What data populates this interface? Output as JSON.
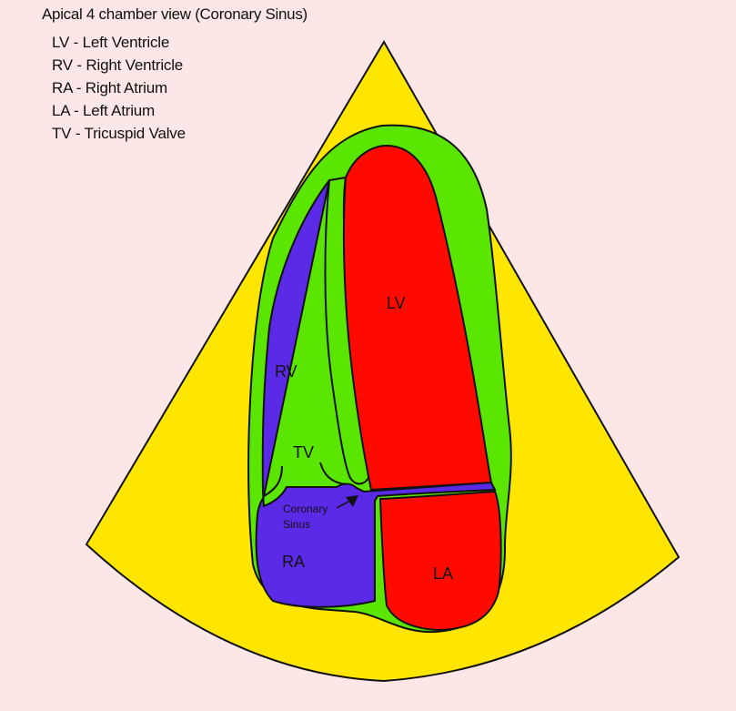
{
  "title": "Apical 4 chamber view (Coronary Sinus)",
  "legend": [
    {
      "abbr": "LV",
      "text": "LV - Left Ventricle"
    },
    {
      "abbr": "RV",
      "text": "RV - Right Ventricle"
    },
    {
      "abbr": "RA",
      "text": "RA - Right Atrium"
    },
    {
      "abbr": "LA",
      "text": "LA - Left Atrium"
    },
    {
      "abbr": "TV",
      "text": "TV - Tricuspid Valve"
    }
  ],
  "labels": {
    "lv": "LV",
    "rv": "RV",
    "ra": "RA",
    "la": "LA",
    "tv": "TV",
    "cs_line1": "Coronary",
    "cs_line2": "Sinus"
  },
  "colors": {
    "background": "#fde6e6",
    "sector": "#ffe600",
    "myocardium": "#5ae600",
    "left_heart": "#ff0a00",
    "right_heart": "#5a2ae6",
    "outline": "#111111"
  }
}
